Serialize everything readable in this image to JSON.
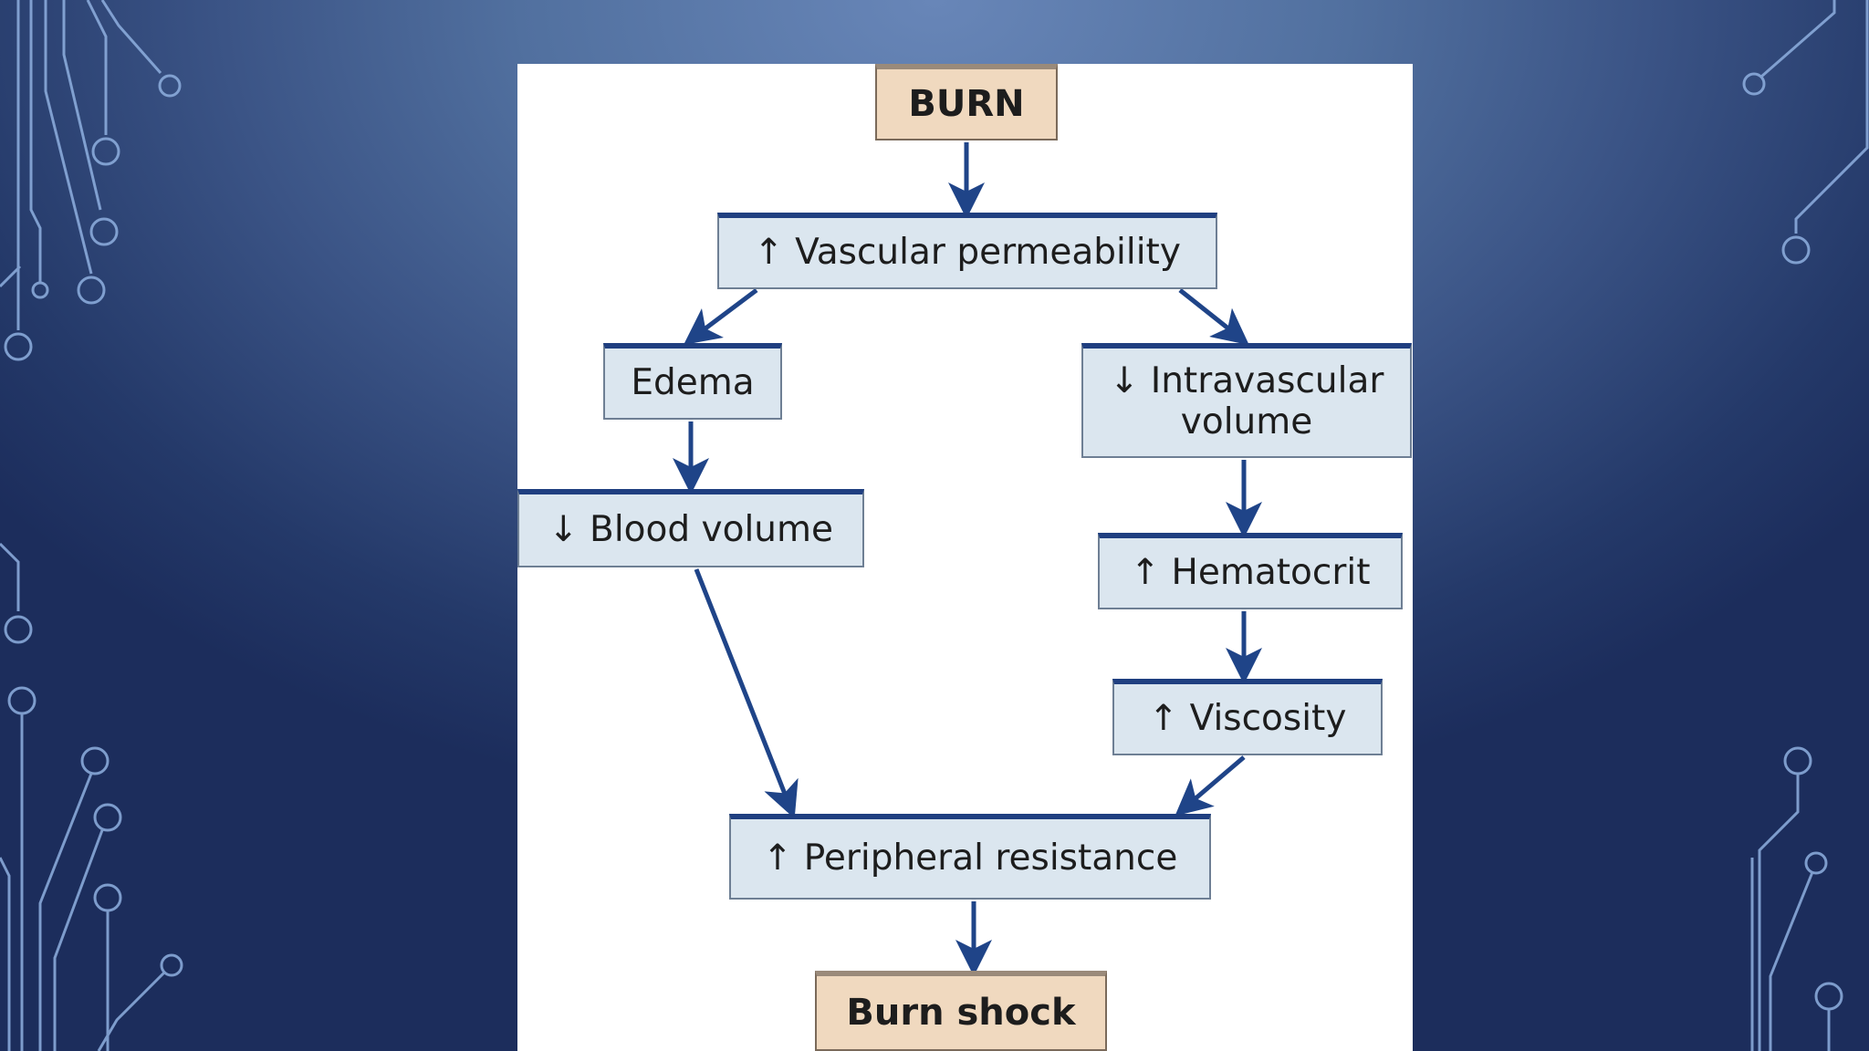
{
  "diagram": {
    "nodes": [
      {
        "id": "burn",
        "label": "BURN",
        "style": "tan"
      },
      {
        "id": "vascular",
        "label": "↑ Vascular permeability",
        "style": "blue"
      },
      {
        "id": "edema",
        "label": "Edema",
        "style": "blue"
      },
      {
        "id": "intravascular",
        "label": "↓ Intravascular\nvolume",
        "style": "blue"
      },
      {
        "id": "blood",
        "label": "↓ Blood volume",
        "style": "blue"
      },
      {
        "id": "hematocrit",
        "label": "↑ Hematocrit",
        "style": "blue"
      },
      {
        "id": "viscosity",
        "label": "↑ Viscosity",
        "style": "blue"
      },
      {
        "id": "peripheral",
        "label": "↑ Peripheral resistance",
        "style": "blue"
      },
      {
        "id": "shock",
        "label": "Burn shock",
        "style": "tan"
      }
    ],
    "edges": [
      {
        "from": "burn",
        "to": "vascular"
      },
      {
        "from": "vascular",
        "to": "edema"
      },
      {
        "from": "vascular",
        "to": "intravascular"
      },
      {
        "from": "edema",
        "to": "blood"
      },
      {
        "from": "intravascular",
        "to": "hematocrit"
      },
      {
        "from": "hematocrit",
        "to": "viscosity"
      },
      {
        "from": "blood",
        "to": "peripheral"
      },
      {
        "from": "viscosity",
        "to": "peripheral"
      },
      {
        "from": "peripheral",
        "to": "shock"
      }
    ],
    "colors": {
      "arrow": "#1f4488",
      "box_fill": "#dbe6ef",
      "box_top_border": "#1f3f80",
      "terminal_fill": "#f0d9bf"
    }
  }
}
